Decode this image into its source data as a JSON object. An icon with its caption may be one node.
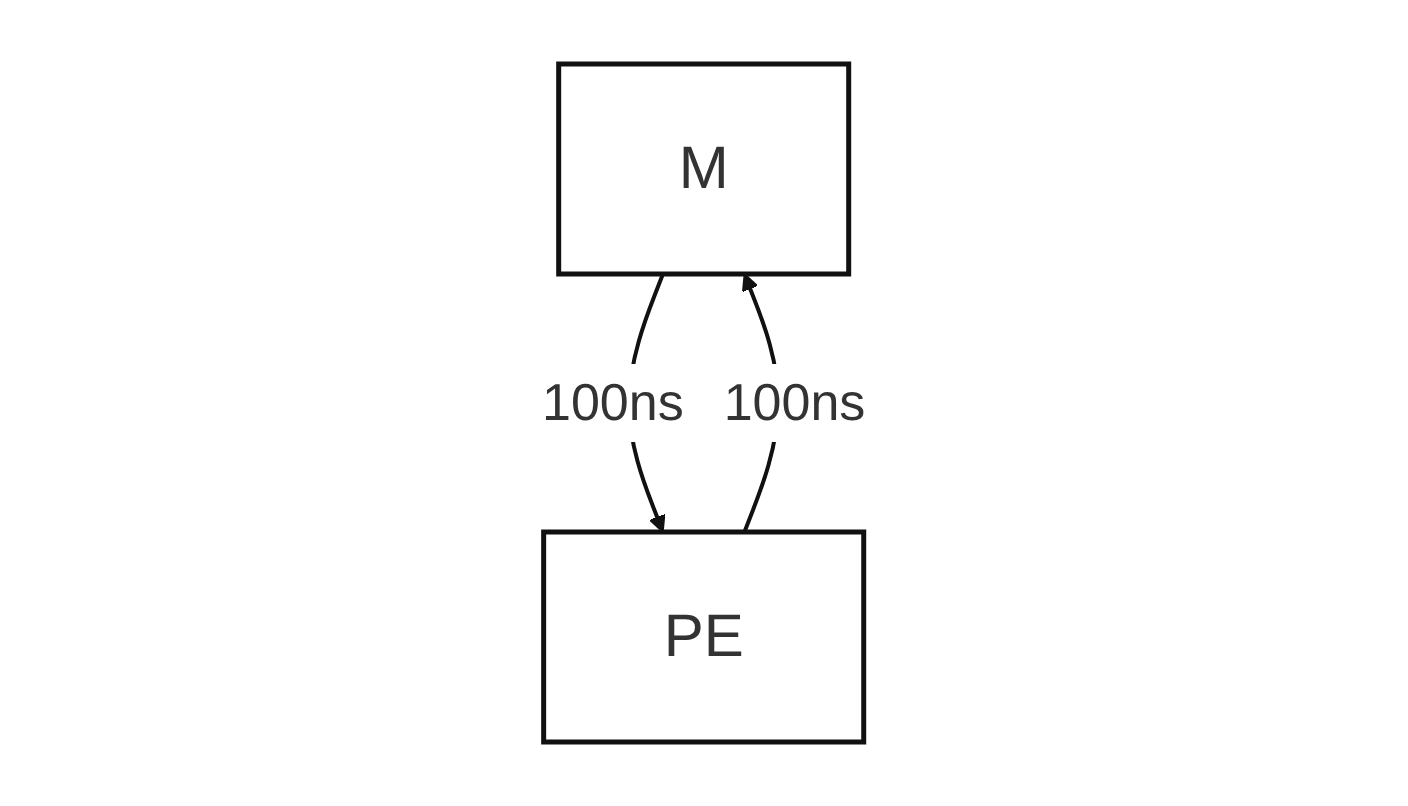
{
  "diagram": {
    "nodes": [
      {
        "text": [
          "M"
        ]
      },
      {
        "text": [
          "PE"
        ]
      }
    ],
    "edges": [
      {
        "from": 0,
        "to": 1,
        "arrow": "to",
        "label": "100ns"
      },
      {
        "from": 1,
        "to": 0,
        "arrow": "to",
        "label": "100ns"
      }
    ]
  }
}
